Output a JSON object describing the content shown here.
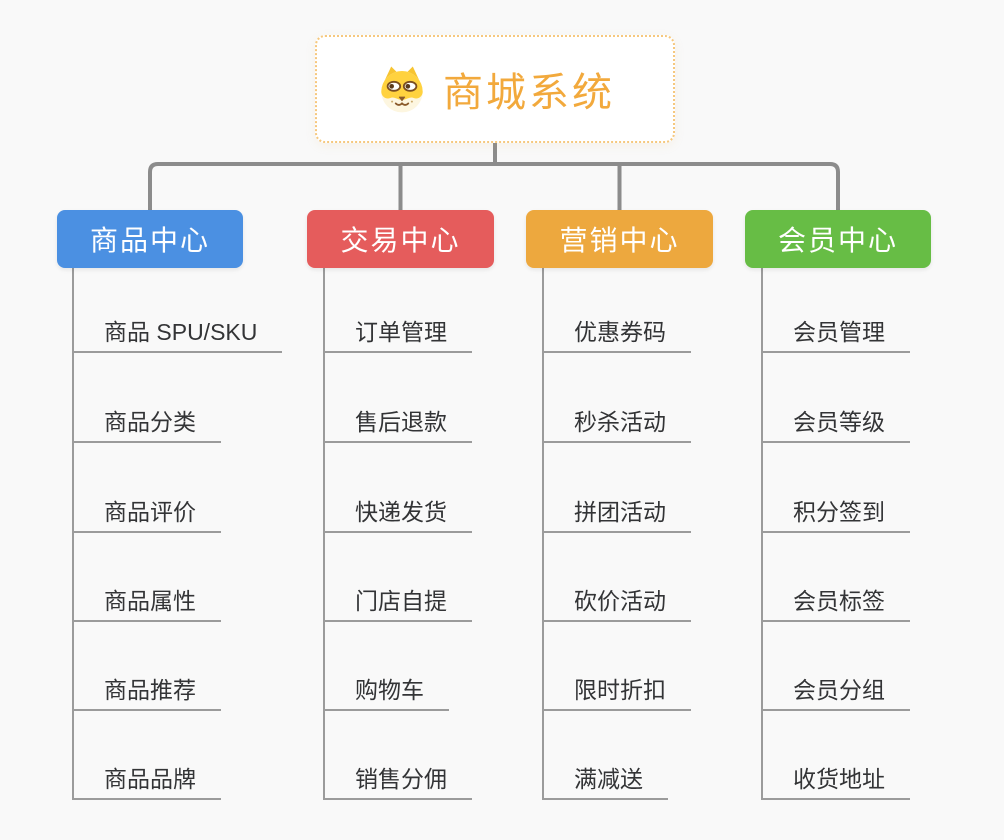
{
  "root": {
    "title": "商城系统",
    "title_color": "#f2a93c",
    "icon": "dog-face-icon"
  },
  "colors": {
    "background": "#f9f9f9",
    "main_connector": "#8c8c8c",
    "branch_connector": "#9b9b9b",
    "child_text": "#333436"
  },
  "branches": [
    {
      "label": "商品中心",
      "color": "#4b90e2",
      "children": [
        "商品 SPU/SKU",
        "商品分类",
        "商品评价",
        "商品属性",
        "商品推荐",
        "商品品牌"
      ]
    },
    {
      "label": "交易中心",
      "color": "#e55c5c",
      "children": [
        "订单管理",
        "售后退款",
        "快递发货",
        "门店自提",
        "购物车",
        "销售分佣"
      ]
    },
    {
      "label": "营销中心",
      "color": "#eda83e",
      "children": [
        "优惠券码",
        "秒杀活动",
        "拼团活动",
        "砍价活动",
        "限时折扣",
        "满减送"
      ]
    },
    {
      "label": "会员中心",
      "color": "#67bd45",
      "children": [
        "会员管理",
        "会员等级",
        "积分签到",
        "会员标签",
        "会员分组",
        "收货地址"
      ]
    }
  ]
}
